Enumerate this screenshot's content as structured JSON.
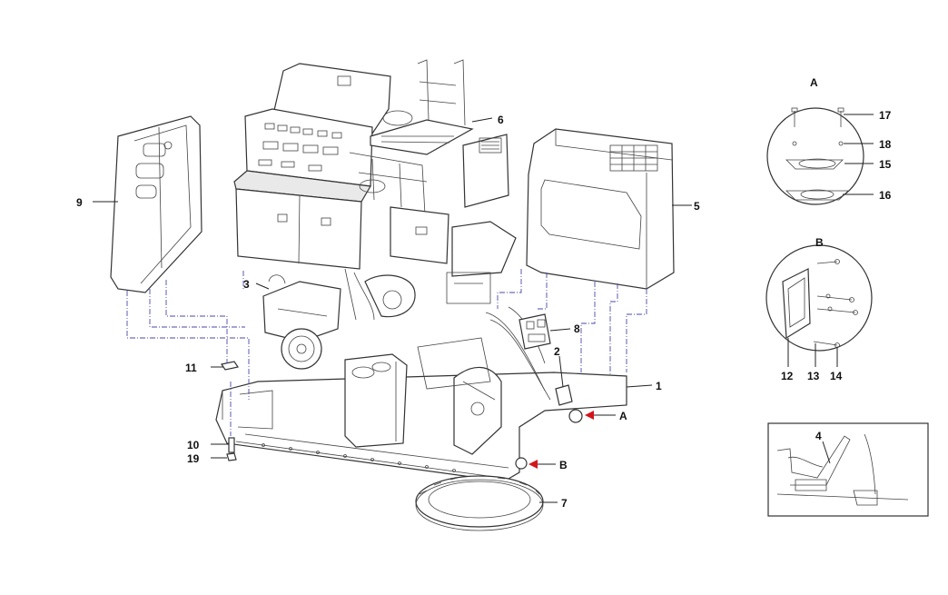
{
  "labels": {
    "p1": "1",
    "p2": "2",
    "p3": "3",
    "p4": "4",
    "p5": "5",
    "p6": "6",
    "p7": "7",
    "p8": "8",
    "p9": "9",
    "p10": "10",
    "p11": "11",
    "p12": "12",
    "p13": "13",
    "p14": "14",
    "p15": "15",
    "p16": "16",
    "p17": "17",
    "p18": "18",
    "p19": "19",
    "A": "A",
    "B": "B",
    "detailA": "A",
    "detailB": "B"
  },
  "colors": {
    "pointer_arrow": "#d4141c",
    "dash_line": "#4a4aa8"
  }
}
